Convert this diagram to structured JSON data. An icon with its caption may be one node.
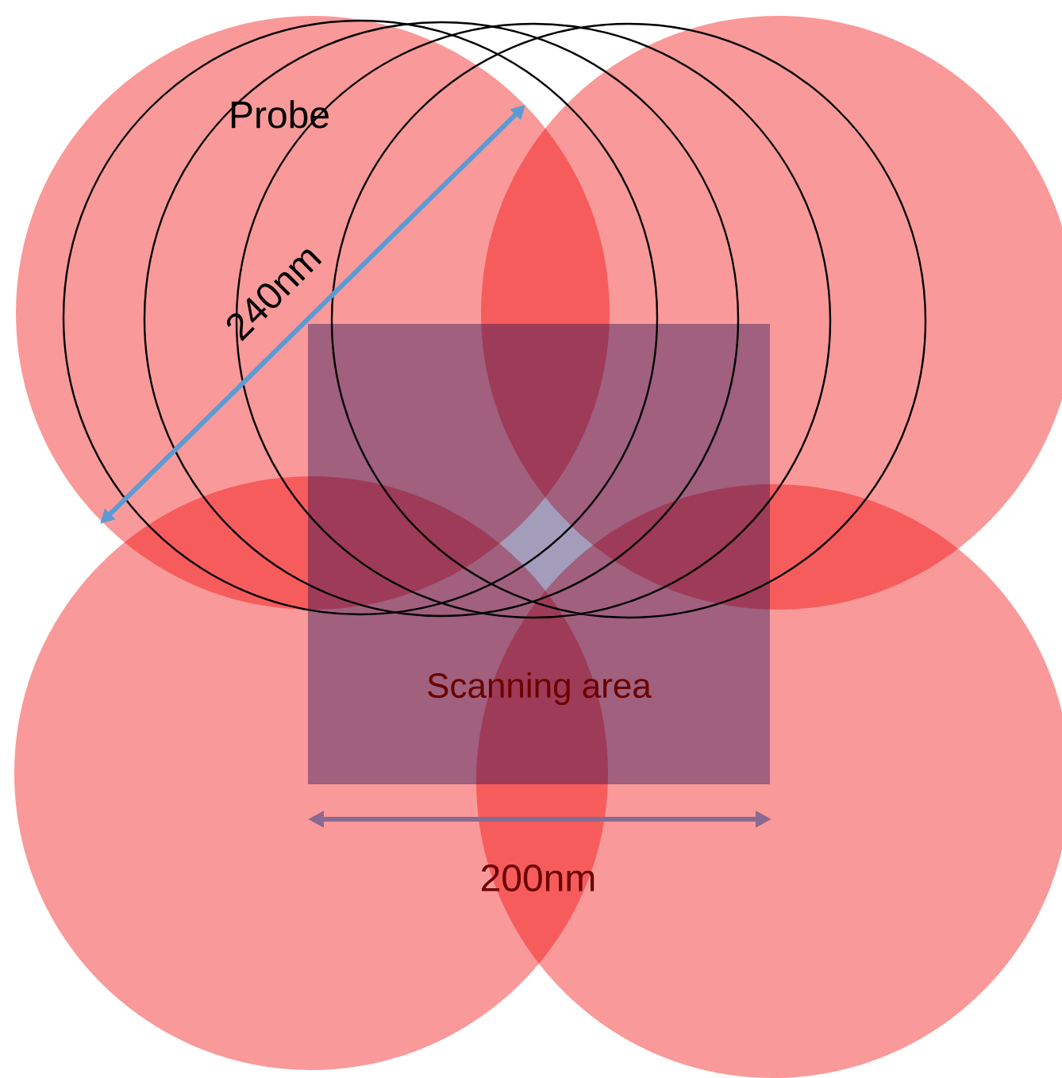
{
  "diagram": {
    "nodes": [
      {
        "text": [
          "Scanning area"
        ]
      }
    ],
    "labels": [
      "Probe",
      "240nm",
      "200nm"
    ]
  }
}
